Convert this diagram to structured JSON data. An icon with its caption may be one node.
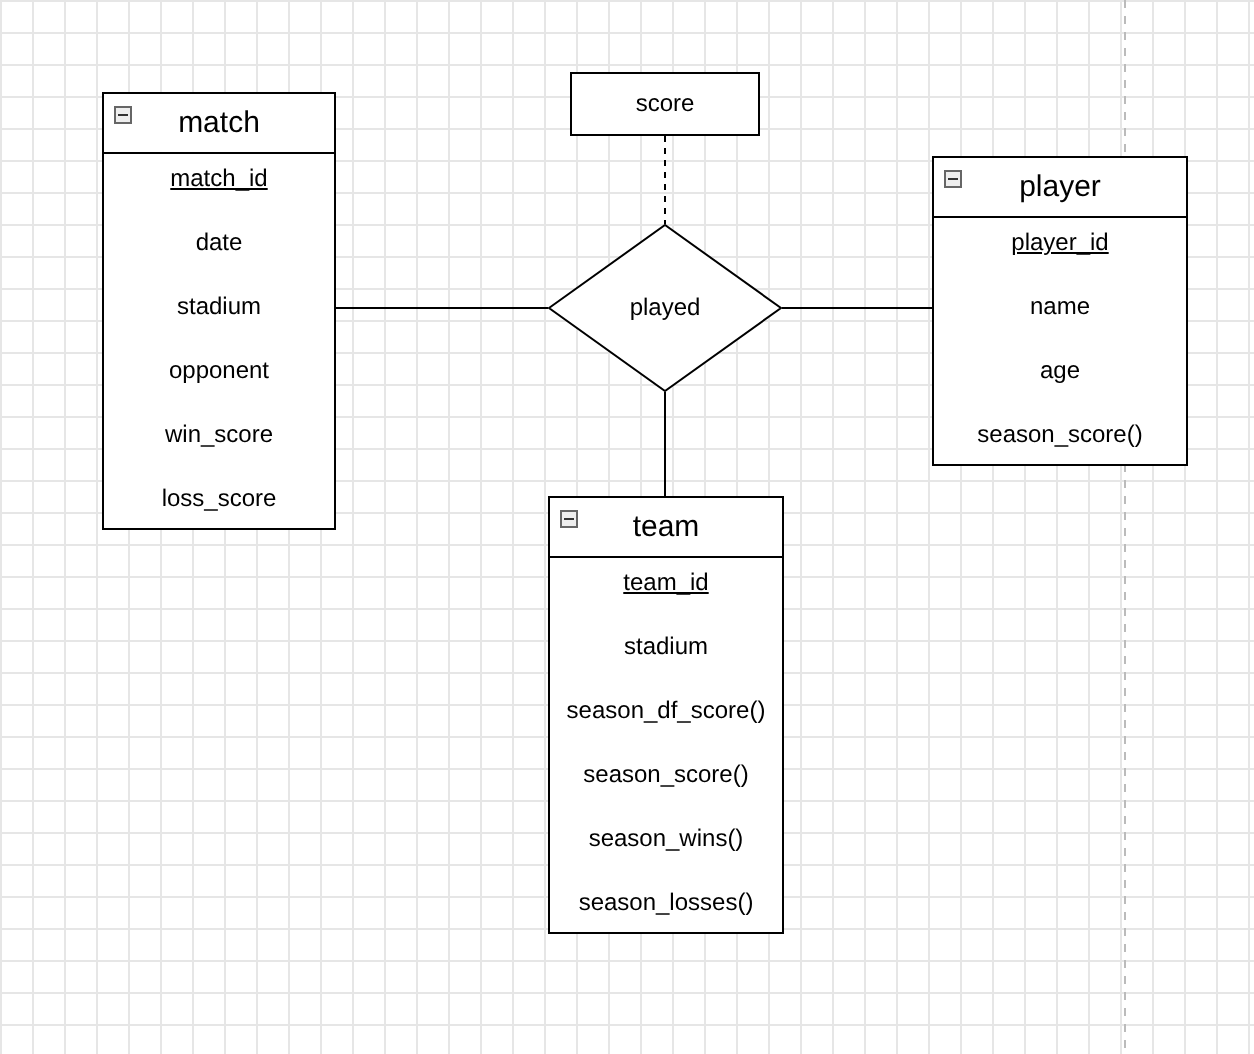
{
  "diagram": {
    "nodes": [
      {
        "text": [
          "score"
        ]
      },
      {
        "text": [
          "match",
          "match_id",
          "date",
          "stadium",
          "opponent",
          "win_score",
          "loss_score"
        ]
      },
      {
        "text": [
          "played"
        ]
      },
      {
        "text": [
          "player",
          "player_id",
          "name",
          "age",
          "season_score()"
        ]
      },
      {
        "text": [
          "team",
          "team_id",
          "stadium",
          "season_df_score()",
          "season_score()",
          "season_wins()",
          "season_losses()"
        ]
      }
    ],
    "edges": [
      {
        "from": 1,
        "to": 2,
        "arrow": "none"
      },
      {
        "from": 3,
        "to": 2,
        "arrow": "none"
      },
      {
        "from": 4,
        "to": 2,
        "arrow": "none"
      },
      {
        "from": 0,
        "to": 2,
        "arrow": "none",
        "style": "dashed"
      }
    ]
  }
}
